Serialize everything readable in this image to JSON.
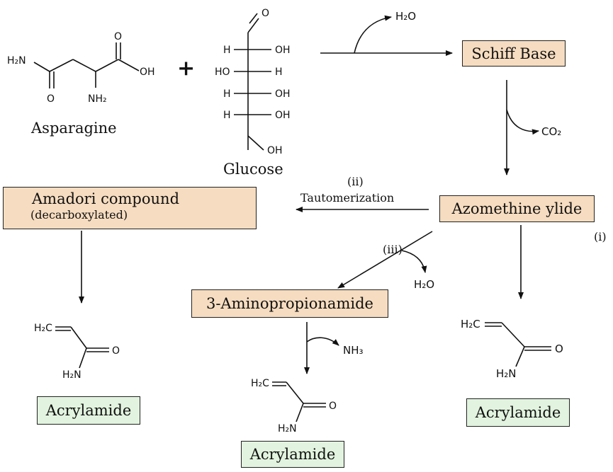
{
  "reactants": {
    "asparagine": {
      "name": "Asparagine",
      "atoms": {
        "amide_n": "H₂N",
        "amide_o": "O",
        "acid_o": "O",
        "acid_oh": "OH",
        "amine": "NH₂"
      }
    },
    "plus": "+",
    "glucose": {
      "name": "Glucose",
      "atoms": {
        "aldehyde_o": "O",
        "r1_left": "H",
        "r1_right": "OH",
        "r2_left": "HO",
        "r2_right": "H",
        "r3_left": "H",
        "r3_right": "OH",
        "r4_left": "H",
        "r4_right": "OH",
        "terminal": "OH"
      }
    }
  },
  "byproducts": {
    "water_1": "H₂O",
    "co2": "CO₂",
    "water_2": "H₂O",
    "ammonia": "NH₃"
  },
  "boxes": {
    "schiff_base": "Schiff Base",
    "azomethine_ylide": "Azomethine ylide",
    "amadori": "Amadori compound",
    "amadori_sub": "(decarboxylated)",
    "aminopropionamide": "3-Aminopropionamide",
    "acrylamide_left": "Acrylamide",
    "acrylamide_middle": "Acrylamide",
    "acrylamide_right": "Acrylamide"
  },
  "pathways": {
    "i": "(i)",
    "ii": "(ii)",
    "ii_label": "Tautomerization",
    "iii": "(iii)"
  },
  "acrylamide_atoms": {
    "ch2": "H₂C",
    "o": "O",
    "nh2": "H₂N"
  },
  "colors": {
    "orange_box": "#f6dcc0",
    "green_box": "#e2f4df",
    "line": "#111111"
  }
}
